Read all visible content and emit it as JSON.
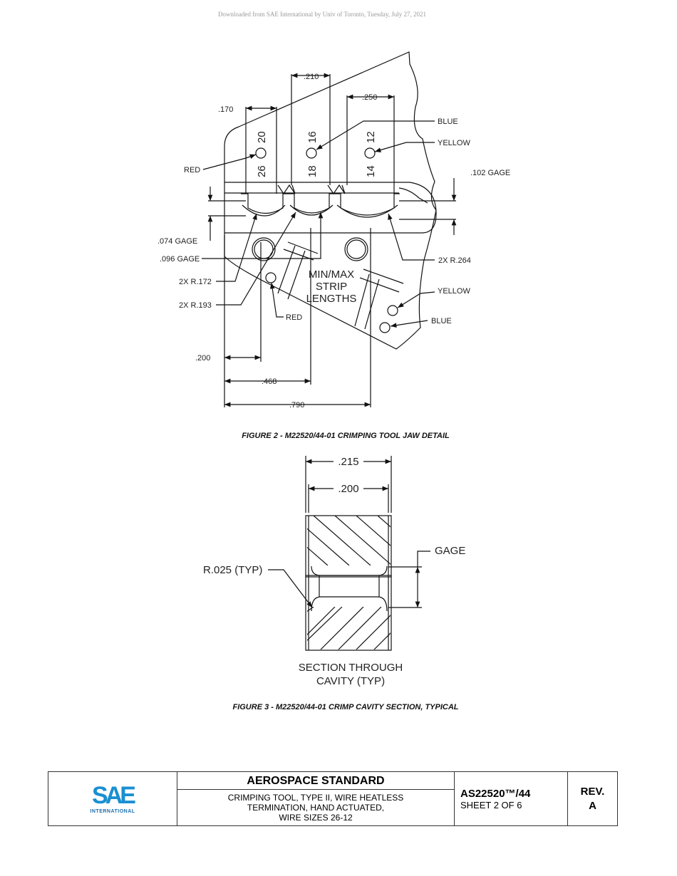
{
  "header": {
    "download_notice": "Downloaded from SAE International by Univ of Toronto, Tuesday, July 27, 2021"
  },
  "figure2": {
    "caption": "FIGURE 2 - M22520/44-01 CRIMPING TOOL JAW DETAIL",
    "cavity_sizes": {
      "left_top": "20",
      "left_bottom": "26",
      "mid_top": "16",
      "mid_bottom": "18",
      "right_top": "12",
      "right_bottom": "14"
    },
    "dimensions": {
      "d210": ".210",
      "d250": ".250",
      "d170": ".170",
      "d102": ".102 GAGE",
      "d074": ".074 GAGE",
      "d096": ".096 GAGE",
      "r172": "2X R.172",
      "r193": "2X R.193",
      "r264": "2X R.264",
      "d200": ".200",
      "d468": ".468",
      "d790": ".790"
    },
    "colors": {
      "red_top": "RED",
      "blue_top": "BLUE",
      "yellow_top": "YELLOW",
      "red_bottom": "RED",
      "yellow_bottom": "YELLOW",
      "blue_bottom": "BLUE"
    },
    "strip": {
      "line1": "MIN/MAX",
      "line2": "STRIP",
      "line3": "LENGTHS"
    }
  },
  "figure3": {
    "caption": "FIGURE 3 - M22520/44-01 CRIMP CAVITY SECTION, TYPICAL",
    "d215": ".215",
    "d200": ".200",
    "gage": "GAGE",
    "radius": "R.025 (TYP)",
    "section_line1": "SECTION THROUGH",
    "section_line2": "CAVITY (TYP)"
  },
  "title_block": {
    "logo_text": "SAE",
    "logo_sub": "INTERNATIONAL",
    "standard_title": "AEROSPACE STANDARD",
    "sub_line1": "CRIMPING TOOL, TYPE II, WIRE HEATLESS",
    "sub_line2": "TERMINATION, HAND ACTUATED,",
    "sub_line3": "WIRE SIZES 26-12",
    "doc_number": "AS22520™/44",
    "sheet": "SHEET 2 OF 6",
    "rev_label": "REV.",
    "rev_value": "A"
  }
}
